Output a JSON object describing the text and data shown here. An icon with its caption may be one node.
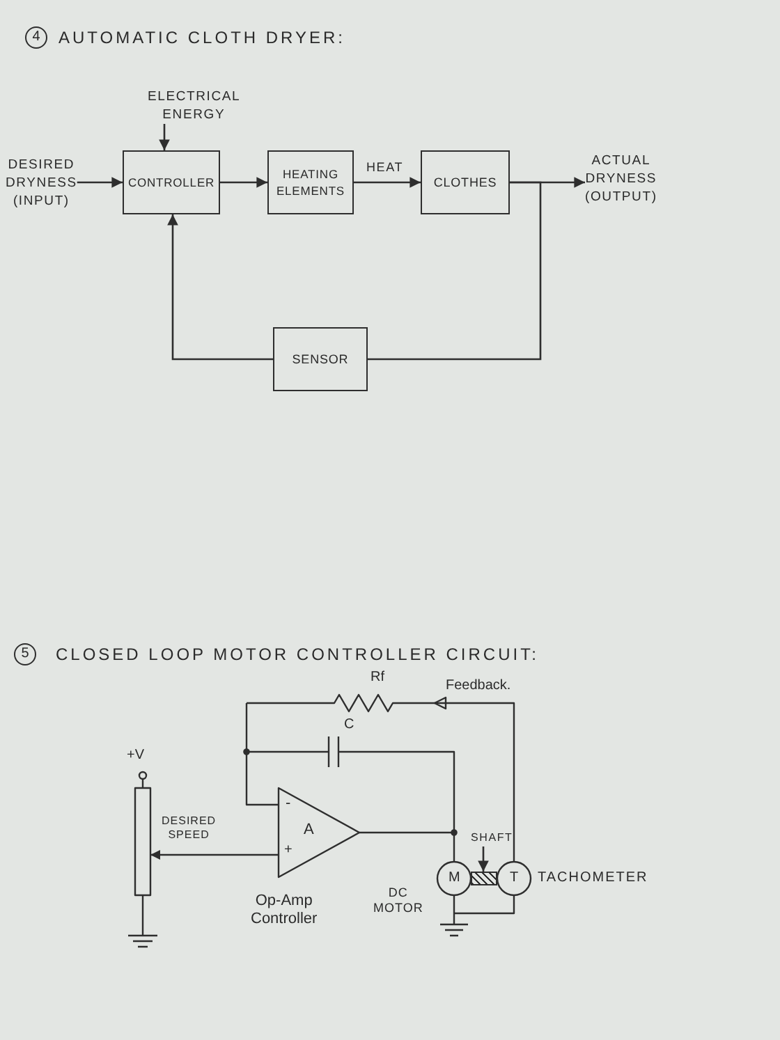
{
  "diagram": {
    "nodes": [
      {
        "text": [
          "DESIRED DRYNESS (INPUT)"
        ]
      },
      {
        "text": [
          "ELECTRICAL ENERGY"
        ]
      },
      {
        "text": [
          "CONTROLLER"
        ]
      },
      {
        "text": [
          "HEATING ELEMENTS"
        ]
      },
      {
        "text": [
          "CLOTHES"
        ]
      },
      {
        "text": [
          "ACTUAL DRYNESS (OUTPUT)"
        ]
      },
      {
        "text": [
          "SENSOR"
        ]
      },
      {
        "text": [
          "SHAFT"
        ]
      },
      {
        "text": [],
        "shape": "bar"
      }
    ],
    "edges": [
      {
        "from": 0,
        "to": 2,
        "arrow": "to"
      },
      {
        "from": 1,
        "to": 2,
        "arrow": "to"
      },
      {
        "from": 2,
        "to": 3,
        "arrow": "to"
      },
      {
        "from": 3,
        "to": 4,
        "arrow": "to",
        "label": "HEAT"
      },
      {
        "from": 4,
        "to": 5,
        "arrow": "to"
      },
      {
        "from": 4,
        "to": 6,
        "arrow": "none"
      },
      {
        "from": 6,
        "to": 2,
        "arrow": "to"
      },
      {
        "from": 7,
        "to": 8,
        "arrow": "to"
      }
    ],
    "labels": [
      "4",
      "AUTOMATIC CLOTH DRYER:",
      "5",
      "CLOSED LOOP MOTOR CONTROLLER CIRCUIT:",
      "Rf",
      "Feedback.",
      "C",
      "+V",
      "-",
      "A",
      "DESIRED SPEED",
      "+",
      "M",
      "T",
      "TACHOMETER",
      "Op-Amp Controller",
      "DC MOTOR"
    ]
  }
}
